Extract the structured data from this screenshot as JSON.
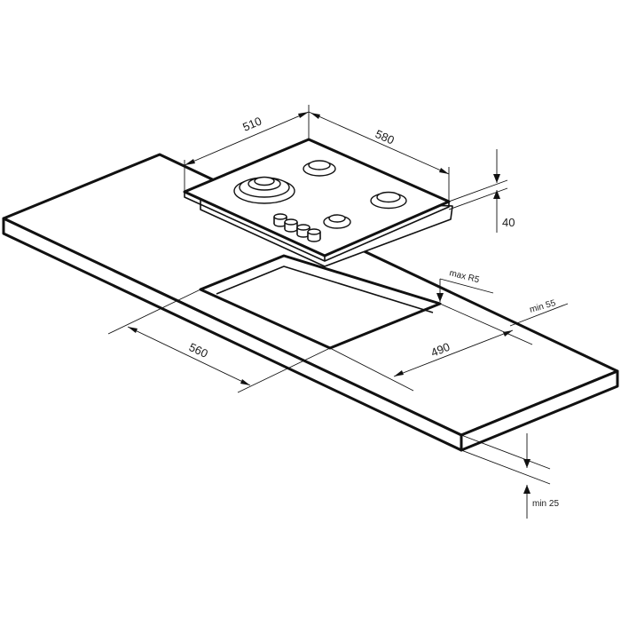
{
  "diagram": {
    "labels": {
      "hob_depth": "510",
      "hob_width": "580",
      "hob_height": "40",
      "max_radius": "max R5",
      "min_back_clearance": "min 55",
      "cutout_depth": "490",
      "cutout_width": "560",
      "min_worktop_thickness": "min 25"
    }
  }
}
